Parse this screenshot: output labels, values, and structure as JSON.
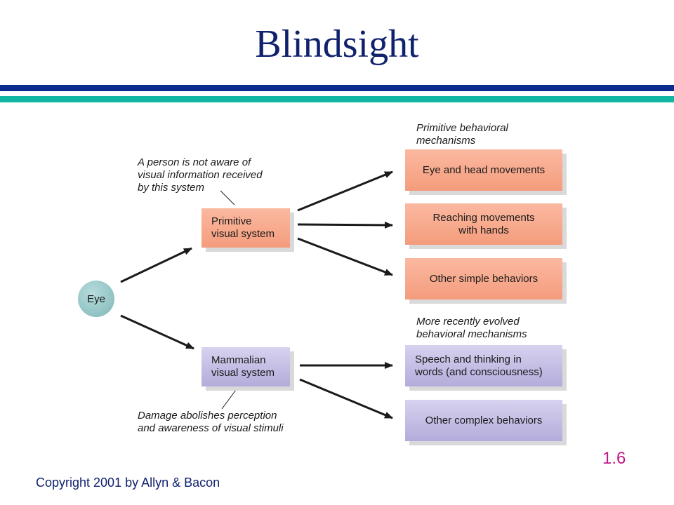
{
  "title": "Blindsight",
  "eye_label": "Eye",
  "systems": {
    "primitive_line1": "Primitive",
    "primitive_line2": "visual system",
    "mammalian_line1": "Mammalian",
    "mammalian_line2": "visual system"
  },
  "notes": {
    "primitive_line1": "A person is not aware of",
    "primitive_line2": "visual information received",
    "primitive_line3": "by this system",
    "mammalian_line1": "Damage abolishes perception",
    "mammalian_line2": "and awareness of visual stimuli"
  },
  "headings": {
    "primitive_line1": "Primitive behavioral",
    "primitive_line2": "mechanisms",
    "recent_line1": "More recently evolved",
    "recent_line2": "behavioral mechanisms"
  },
  "behaviors": {
    "eye_head": "Eye and head movements",
    "reaching_line1": "Reaching movements",
    "reaching_line2": "with hands",
    "other_simple": "Other simple behaviors",
    "speech_line1": "Speech and thinking in",
    "speech_line2": "words (and consciousness)",
    "other_complex": "Other complex behaviors"
  },
  "slide_number": "1.6",
  "copyright": "Copyright 2001 by Allyn & Bacon",
  "colors": {
    "title": "#10226e",
    "bar_navy": "#0b2c8f",
    "bar_teal": "#12b5a4",
    "orange_box": "#f49c7c",
    "purple_box": "#b3acdb",
    "eye": "#7fb7b8",
    "slide_number": "#c0188a"
  }
}
